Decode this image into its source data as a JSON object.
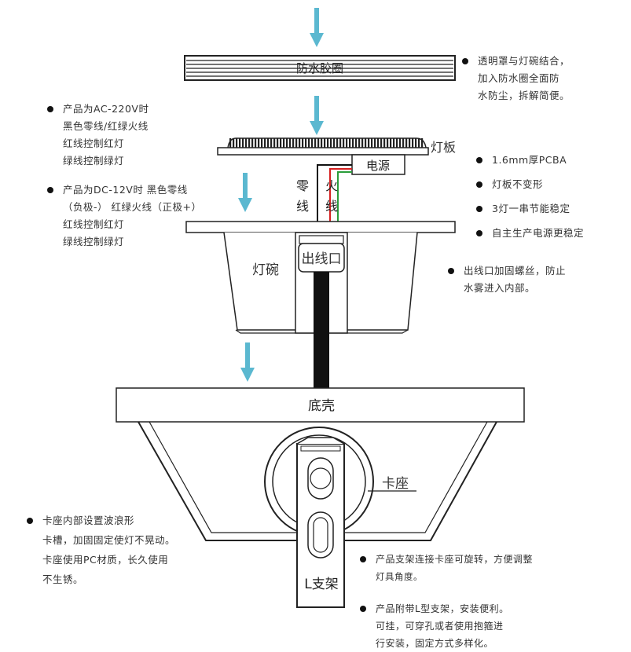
{
  "colors": {
    "arrow": "#5bb8d0",
    "outline": "#222222",
    "wire_red": "#d62020",
    "wire_green": "#2a9d3a",
    "wire_black": "#111111"
  },
  "labels": {
    "gasket": "防水胶圈",
    "board": "灯板",
    "power": "电源",
    "neutral_1": "零",
    "neutral_2": "线",
    "live_1": "火",
    "live_2": "线",
    "bowl": "灯碗",
    "outlet": "出线口",
    "base": "底壳",
    "mount": "卡座",
    "bracket": "L支架"
  },
  "notes": {
    "top_right": [
      "透明罩与灯碗结合，",
      "加入防水圈全面防",
      "水防尘，拆解简便。"
    ],
    "ac": [
      "产品为AC-220V时",
      "黑色零线/红绿火线",
      "红线控制红灯",
      "绿线控制绿灯"
    ],
    "dc": [
      "产品为DC-12V时 黑色零线",
      "（负极-） 红绿火线（正极+）",
      "红线控制红灯",
      "绿线控制绿灯"
    ],
    "pcba": [
      "1.6mm厚PCBA",
      "灯板不变形",
      "3灯一串节能稳定",
      "自主生产电源更稳定"
    ],
    "outlet": [
      "出线口加固螺丝，防止",
      "水雾进入内部。"
    ],
    "mount_left": [
      "卡座内部设置波浪形",
      "卡槽，加固固定使灯不晃动。",
      "卡座使用PC材质，长久使用",
      "不生锈。"
    ],
    "rotate": [
      "产品支架连接卡座可旋转，方便调整",
      "灯具角度。"
    ],
    "install": [
      "产品附带L型支架，安装便利。",
      "可挂，可穿孔或者使用抱箍进",
      "行安装，固定方式多样化。"
    ]
  }
}
